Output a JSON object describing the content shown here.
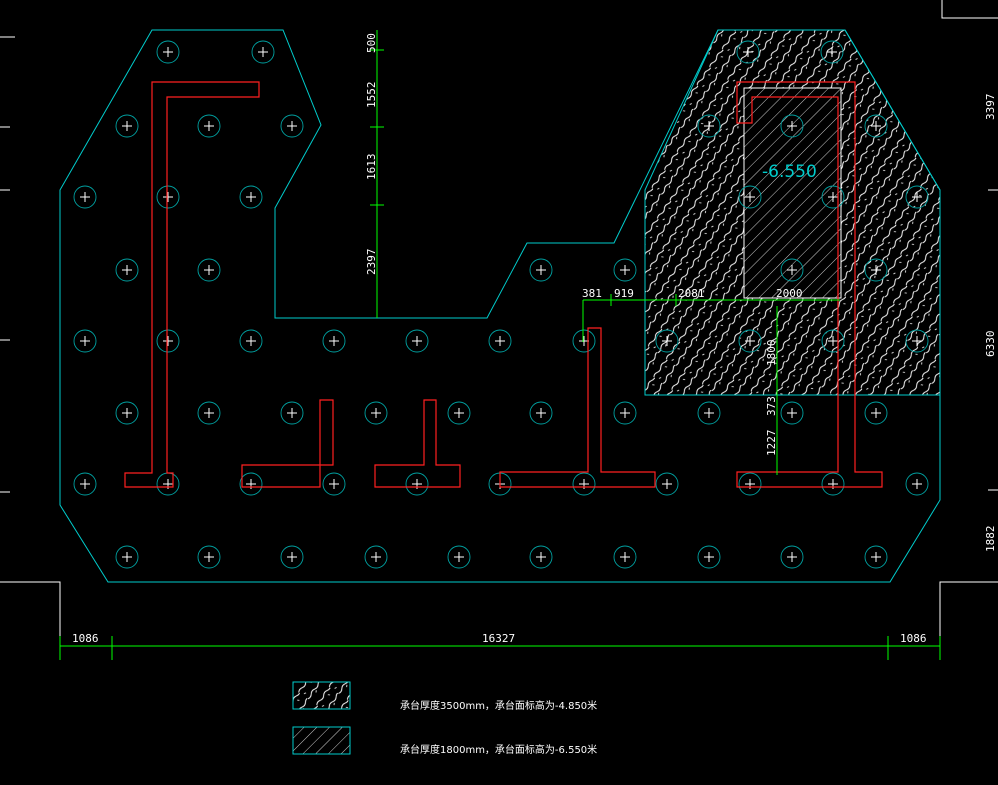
{
  "elevation_label": "-6.550",
  "dimensions": {
    "right_column": [
      "3397",
      "6330",
      "1882"
    ],
    "top_vertical": [
      "500",
      "1552",
      "1613",
      "2397"
    ],
    "bottom": [
      "1086",
      "16327",
      "1086"
    ],
    "green_horizontal": [
      "381",
      "919",
      "2081",
      "2000"
    ],
    "green_vertical": [
      "1800",
      "373",
      "1227"
    ]
  },
  "legend": [
    {
      "pattern": "thick-hatch",
      "text": "承台厚度3500mm，承台面标高为-4.850米"
    },
    {
      "pattern": "diagonal-hatch",
      "text": "承台厚度1800mm，承台面标高为-6.550米"
    }
  ],
  "colors": {
    "background": "#000000",
    "outline": "#00cccc",
    "pile_circle": "#00a0a0",
    "wall": "#ff2020",
    "dimension": "#00ff00",
    "text": "#ffffff"
  }
}
